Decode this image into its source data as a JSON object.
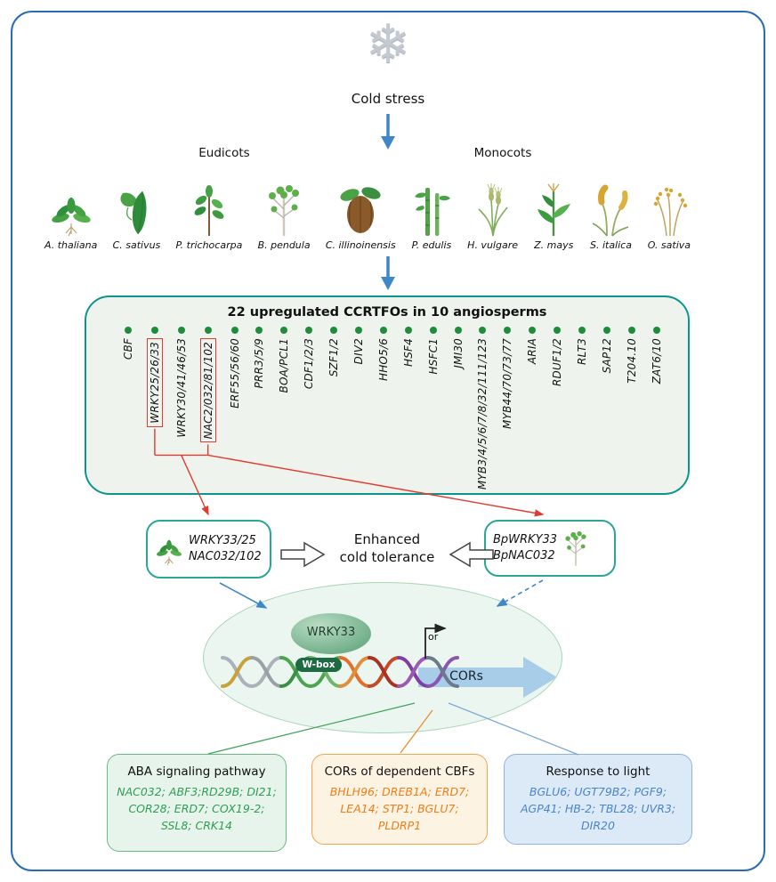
{
  "header": {
    "snowflake_glyph": "❄",
    "cold_stress": "Cold stress"
  },
  "groups": {
    "eudicots": "Eudicots",
    "monocots": "Monocots"
  },
  "plants": [
    {
      "name": "A. thaliana"
    },
    {
      "name": "C. sativus"
    },
    {
      "name": "P. trichocarpa"
    },
    {
      "name": "B. pendula"
    },
    {
      "name": "C. illinoinensis"
    },
    {
      "name": "P. edulis"
    },
    {
      "name": "H. vulgare"
    },
    {
      "name": "Z. mays"
    },
    {
      "name": "S. italica"
    },
    {
      "name": "O. sativa"
    }
  ],
  "ccrtfo_box": {
    "title": "22 upregulated CCRTFOs in 10 angiosperms",
    "genes": [
      {
        "label": "CBF",
        "boxed": false
      },
      {
        "label": "WRKY25/26/33",
        "boxed": true
      },
      {
        "label": "WRKY30/41/46/53",
        "boxed": false
      },
      {
        "label": "NAC2/032/81/102",
        "boxed": true
      },
      {
        "label": "ERF55/56/60",
        "boxed": false
      },
      {
        "label": "PRR3/5/9",
        "boxed": false
      },
      {
        "label": "BOA/PCL1",
        "boxed": false
      },
      {
        "label": "CDF1/2/3",
        "boxed": false
      },
      {
        "label": "SZF1/2",
        "boxed": false
      },
      {
        "label": "DIV2",
        "boxed": false
      },
      {
        "label": "HHO5/6",
        "boxed": false
      },
      {
        "label": "HSF4",
        "boxed": false
      },
      {
        "label": "HSFC1",
        "boxed": false
      },
      {
        "label": "JMI30",
        "boxed": false
      },
      {
        "label": "MYB3/4/5/6/7/8/32/111/123",
        "boxed": false
      },
      {
        "label": "MYB44/70/73/77",
        "boxed": false
      },
      {
        "label": "ARIA",
        "boxed": false
      },
      {
        "label": "RDUF1/2",
        "boxed": false
      },
      {
        "label": "RLT3",
        "boxed": false
      },
      {
        "label": "SAP12",
        "boxed": false
      },
      {
        "label": "T204.10",
        "boxed": false
      },
      {
        "label": "ZAT6/10",
        "boxed": false
      }
    ]
  },
  "middle": {
    "left_box": {
      "line1": "WRKY33/25",
      "line2": "NAC032/102"
    },
    "center": {
      "line1": "Enhanced",
      "line2": "cold tolerance"
    },
    "right_box": {
      "line1": "BpWRKY33",
      "line2": "BpNAC032"
    }
  },
  "cell": {
    "tf_label": "WRKY33",
    "wbox_label": "W-box",
    "or_label": "or",
    "cors_label": "CORs"
  },
  "pathways": {
    "aba": {
      "title": "ABA signaling pathway",
      "genes": "NAC032; ABF3;RD29B; DI21; COR28; ERD7; COX19-2; SSL8; CRK14"
    },
    "cbf": {
      "title": "CORs of dependent CBFs",
      "genes": "BHLH96; DREB1A; ERD7; LEA14; STP1; BGLU7; PLDRP1"
    },
    "light": {
      "title": "Response to light",
      "genes": "BGLU6; UGT79B2; PGF9; AGP41; HB-2; TBL28; UVR3; DIR20"
    }
  },
  "colors": {
    "frame_border": "#2a6cb3",
    "ccrtfo_border": "#0a968c",
    "gene_dot": "#1f8c3b",
    "highlight_red": "#e03c31",
    "arrow_blue": "#3e87c9",
    "aba_green": "#2f9e54",
    "cbf_orange": "#ee7d18",
    "light_blue": "#4a84c9",
    "cors_arrow_fill": "#a8cde9",
    "wbox_green": "#1e6b43"
  }
}
